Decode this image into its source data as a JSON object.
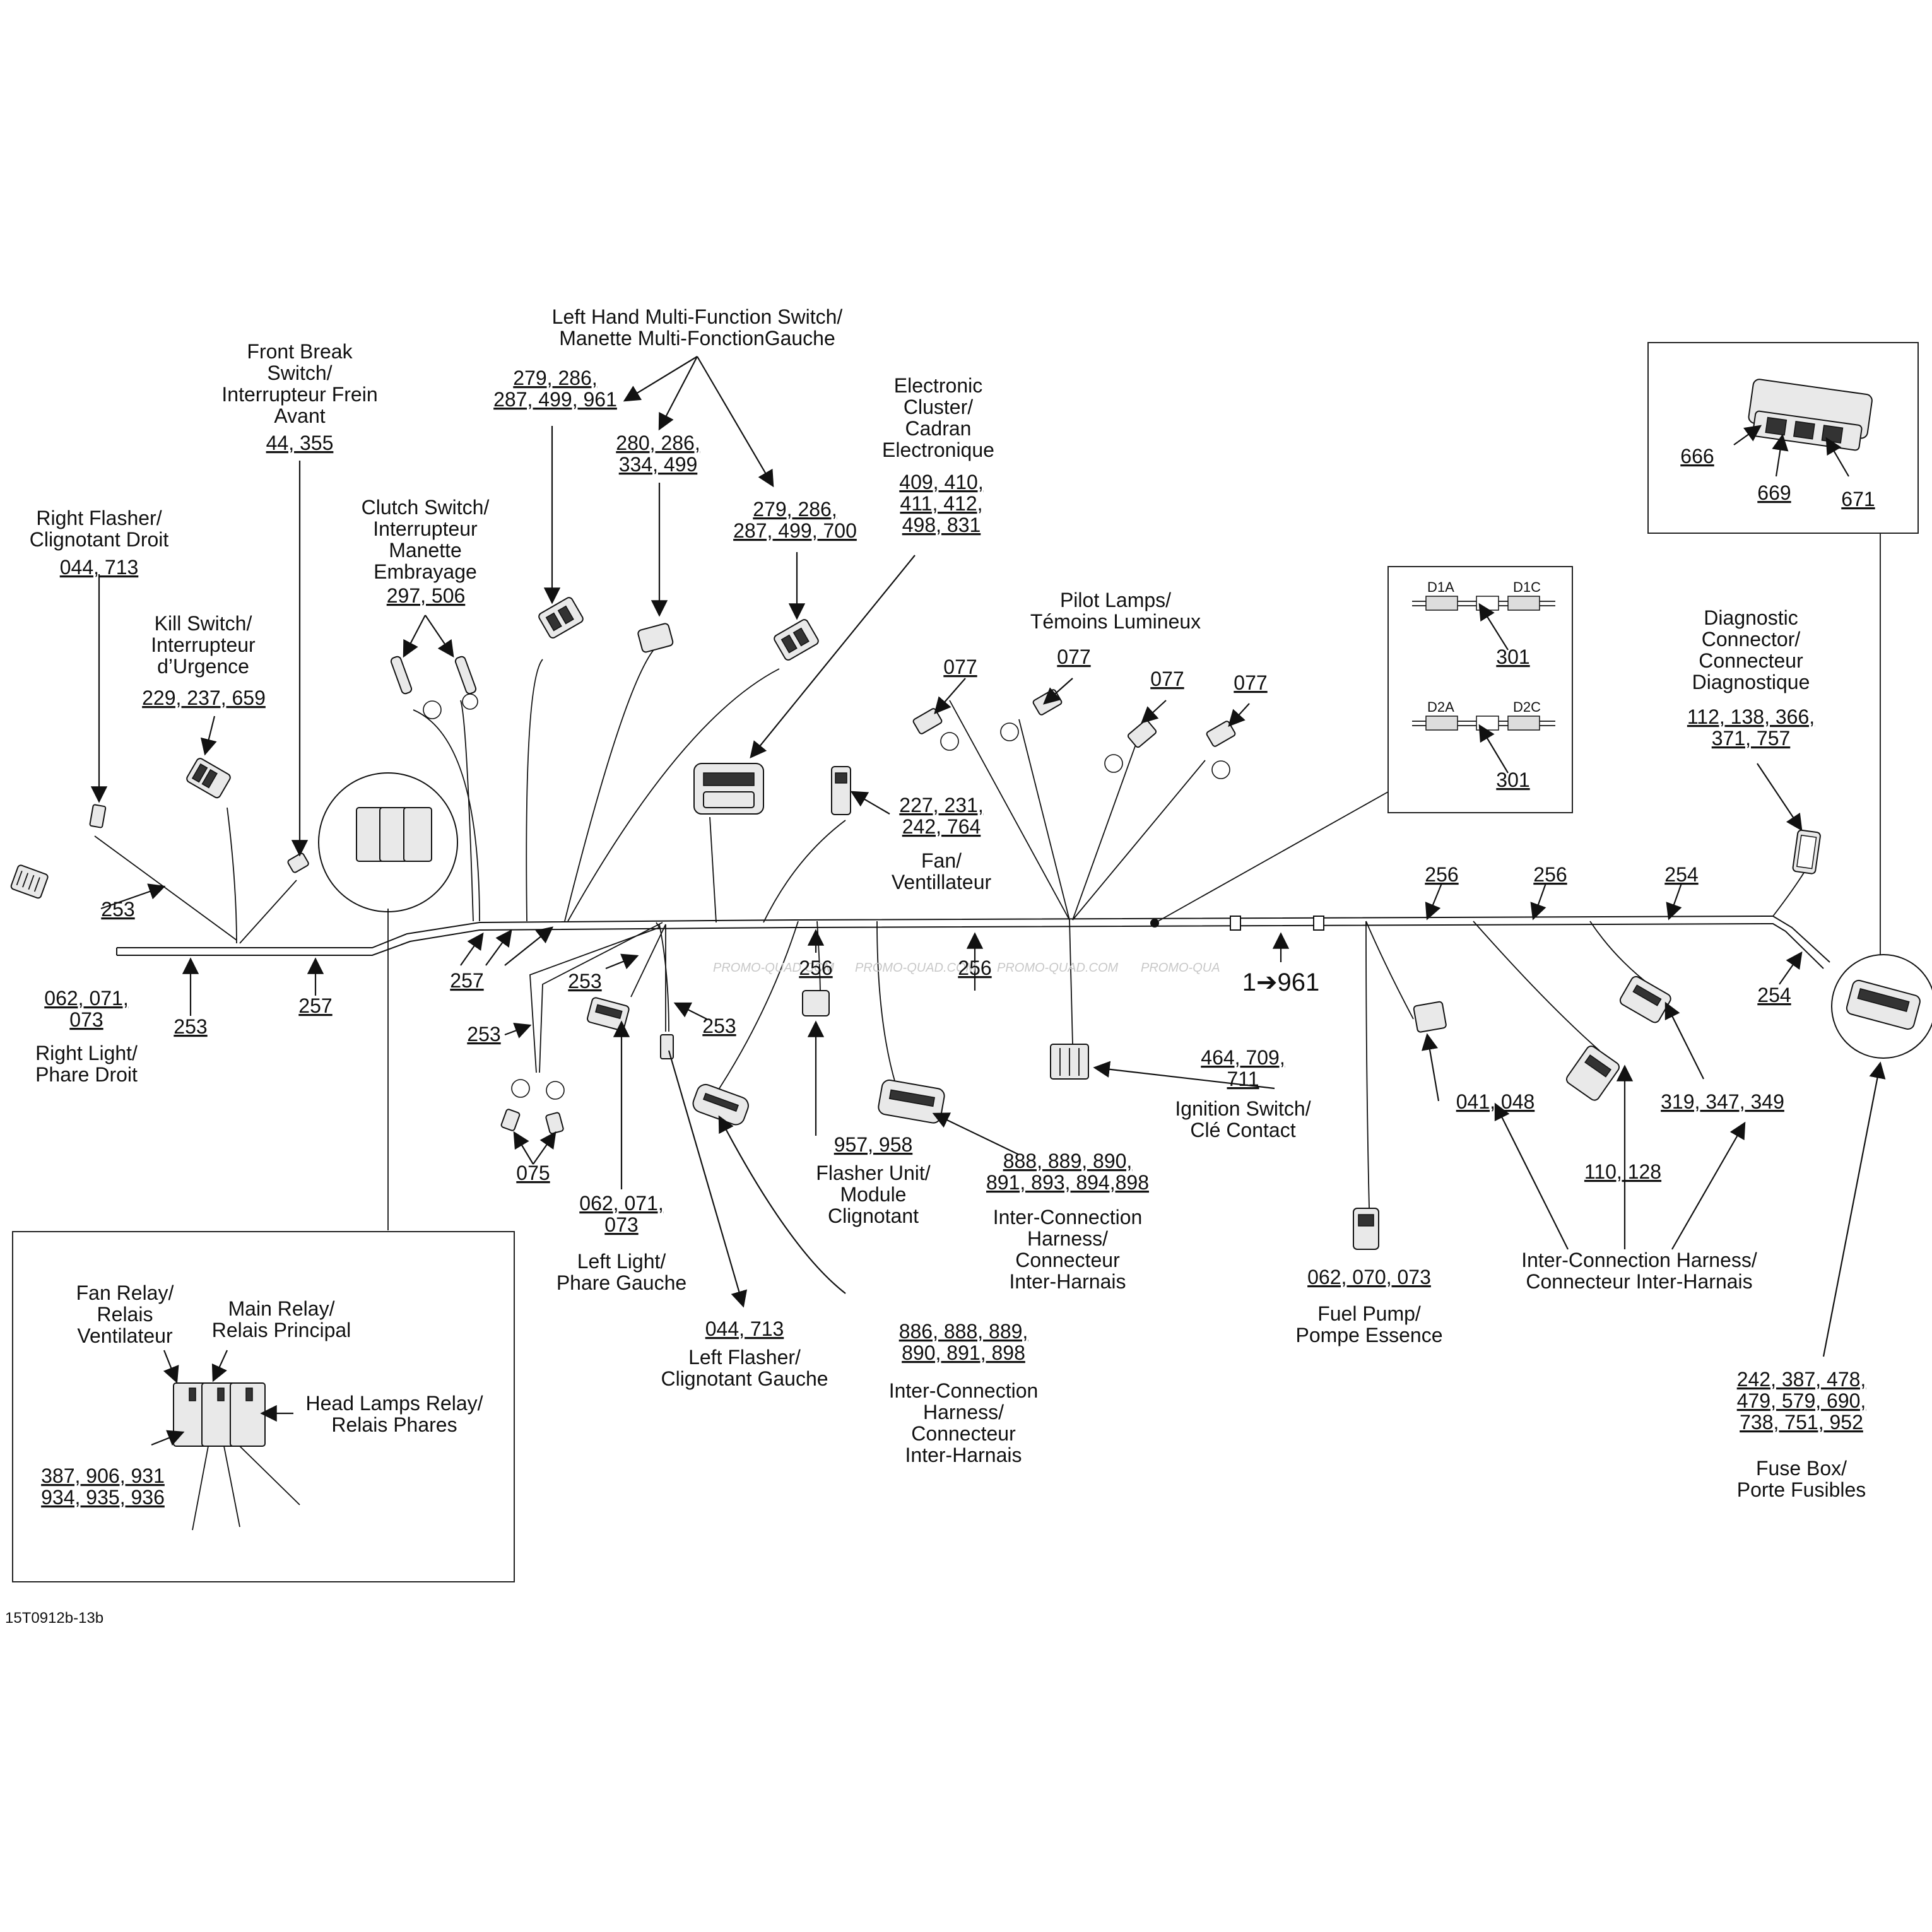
{
  "figure_code": "15T0912b-13b",
  "reference_label": "1➔961",
  "watermarks": [
    "PROMO-QUAD.COM",
    "PROMO-QUAD.COM",
    "PROMO-QUAD.COM",
    "PROMO-QUA"
  ],
  "labels": {
    "left_hand_switch": [
      "Left Hand  Multi-Function Switch/",
      "Manette Multi-FonctionGauche"
    ],
    "front_brake_switch": [
      "Front Break",
      "Switch/",
      "Interrupteur Frein",
      "Avant"
    ],
    "electronic_cluster": [
      "Electronic",
      "Cluster/",
      "Cadran",
      "Electronique"
    ],
    "right_flasher": [
      "Right Flasher/",
      "Clignotant Droit"
    ],
    "clutch_switch": [
      "Clutch Switch/",
      "Interrupteur",
      "Manette",
      "Embrayage"
    ],
    "kill_switch": [
      "Kill Switch/",
      "Interrupteur",
      "d’Urgence"
    ],
    "pilot_lamps": [
      "Pilot Lamps/",
      "Témoins Lumineux"
    ],
    "diagnostic_connector": [
      "Diagnostic",
      "Connector/",
      "Connecteur",
      "Diagnostique"
    ],
    "fan": [
      "Fan/",
      "Ventillateur"
    ],
    "right_light": [
      "Right Light/",
      "Phare Droit"
    ],
    "ignition_switch": [
      "Ignition Switch/",
      "Clé Contact"
    ],
    "flasher_unit": [
      "Flasher Unit/",
      "Module",
      "Clignotant"
    ],
    "interconnection_harness_1": [
      "Inter-Connection",
      "Harness/",
      "Connecteur",
      "Inter-Harnais"
    ],
    "left_light": [
      "Left Light/",
      "Phare Gauche"
    ],
    "left_flasher": [
      "Left Flasher/",
      "Clignotant Gauche"
    ],
    "interconnection_harness_2": [
      "Inter-Connection",
      "Harness/",
      "Connecteur",
      "Inter-Harnais"
    ],
    "fuel_pump": [
      "Fuel Pump/",
      "Pompe Essence"
    ],
    "interconnection_harness_3": [
      "Inter-Connection Harness/",
      "Connecteur Inter-Harnais"
    ],
    "fuse_box": [
      "Fuse Box/",
      "Porte Fusibles"
    ],
    "fan_relay": [
      "Fan Relay/",
      "Relais",
      "Ventilateur"
    ],
    "main_relay": [
      "Main Relay/",
      "Relais Principal"
    ],
    "head_lamps_relay": [
      "Head Lamps Relay/",
      "Relais Phares"
    ]
  },
  "part_numbers": {
    "lhs_a": [
      "279, 286,",
      "287, 499, 961"
    ],
    "lhs_b": [
      "280, 286,",
      "334, 499"
    ],
    "lhs_c": [
      "279, 286,",
      "287, 499, 700"
    ],
    "front_brake": [
      "44, 355"
    ],
    "cluster": [
      "409, 410,",
      "411, 412,",
      "498, 831"
    ],
    "right_flasher": [
      "044, 713"
    ],
    "clutch": [
      "297, 506"
    ],
    "kill": [
      "229, 237, 659"
    ],
    "pilot_1": [
      "077"
    ],
    "pilot_2": [
      "077"
    ],
    "pilot_3": [
      "077"
    ],
    "pilot_4": [
      "077"
    ],
    "diode_1": [
      "301"
    ],
    "diode_2": [
      "301"
    ],
    "fuse_top_666": [
      "666"
    ],
    "fuse_top_669": [
      "669"
    ],
    "fuse_top_671": [
      "671"
    ],
    "diagnostic": [
      "112, 138, 366,",
      "371, 757"
    ],
    "fan": [
      "227, 231,",
      "242, 764"
    ],
    "harness_256_a": [
      "256"
    ],
    "harness_256_b": [
      "256"
    ],
    "harness_254_a": [
      "254"
    ],
    "harness_254_b": [
      "254"
    ],
    "harness_253_a": [
      "253"
    ],
    "harness_253_b": [
      "253"
    ],
    "harness_253_c": [
      "253"
    ],
    "harness_253_d": [
      "253"
    ],
    "harness_253_e": [
      "253"
    ],
    "harness_257_a": [
      "257"
    ],
    "harness_257_b": [
      "257"
    ],
    "harness_256_c": [
      "256"
    ],
    "harness_256_d": [
      "256"
    ],
    "right_light": [
      "062, 071,",
      "073"
    ],
    "ignition": [
      "464, 709,",
      "711"
    ],
    "flasher_unit": [
      "957, 958"
    ],
    "interharness_1": [
      "888, 889, 890,",
      "891, 893, 894,898"
    ],
    "left_light": [
      "062, 071,",
      "073"
    ],
    "left_flasher": [
      "044, 713"
    ],
    "interharness_2": [
      "886, 888, 889,",
      "890, 891, 898"
    ],
    "fuel_pump": [
      "062, 070, 073"
    ],
    "item_041": [
      "041, 048"
    ],
    "item_110": [
      "110, 128"
    ],
    "item_319": [
      "319, 347, 349"
    ],
    "fuse_box": [
      "242, 387, 478,",
      "479, 579, 690,",
      "738, 751, 952"
    ],
    "item_075": [
      "075"
    ],
    "relays": [
      "387, 906, 931",
      "934, 935, 936"
    ]
  },
  "diode_codes": [
    "D1A",
    "D1C",
    "D2A",
    "D2C"
  ]
}
